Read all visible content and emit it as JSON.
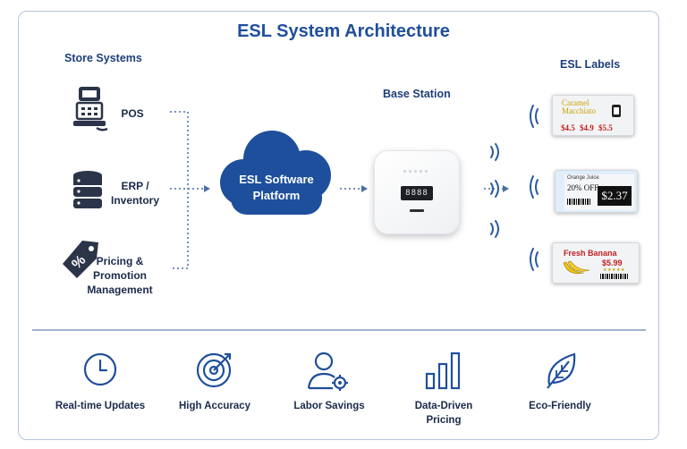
{
  "title": "ESL System Architecture",
  "sections": {
    "store_systems": "Store Systems",
    "base_station": "Base Station",
    "esl_labels": "ESL Labels"
  },
  "store_systems": [
    {
      "icon": "pos-terminal-icon",
      "label": "POS"
    },
    {
      "icon": "database-icon",
      "label": "ERP /\nInventory"
    },
    {
      "icon": "price-tag-percent-icon",
      "label": "Pricing &\nPromotion\nManagement"
    }
  ],
  "cloud": {
    "icon": "cloud-icon",
    "label": "ESL Software\nPlatform",
    "color": "#1d4f9c"
  },
  "base_station_display": "8888",
  "labels": [
    {
      "name": "Caramel\nMacchiato",
      "prices": [
        "$4.5",
        "$4.9",
        "$5.5"
      ],
      "accent": "#c8a400",
      "price_color": "#c41f1f"
    },
    {
      "name": "Orange Juice",
      "promo": "20% OFF",
      "price": "$2.37",
      "accent": "#3d8ac9"
    },
    {
      "name": "Fresh Banana",
      "price": "$5.99",
      "accent": "#c41f1f"
    }
  ],
  "features": [
    {
      "icon": "clock-icon",
      "label": "Real-time Updates"
    },
    {
      "icon": "target-icon",
      "label": "High Accuracy"
    },
    {
      "icon": "person-gear-icon",
      "label": "Labor Savings"
    },
    {
      "icon": "bar-chart-icon",
      "label": "Data-Driven\nPricing"
    },
    {
      "icon": "leaf-icon",
      "label": "Eco-Friendly"
    }
  ],
  "colors": {
    "primary": "#1f4f9a",
    "icon_dark": "#2b3448",
    "dotted": "#4a6fa5",
    "wireless": "#2a5aa0"
  }
}
